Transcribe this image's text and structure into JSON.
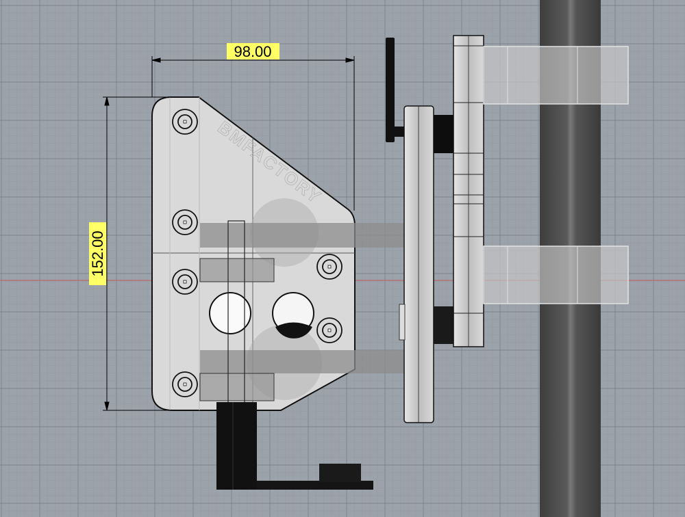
{
  "viewport": {
    "dimensions": {
      "width_label": "98.00",
      "height_label": "152.00"
    },
    "logo_text": "BMFACTORY",
    "colors": {
      "background": "#9ca2aa",
      "dimension_highlight": "#ffff66",
      "axis": "#c05a5a",
      "plate": "#d9d9d9"
    }
  }
}
